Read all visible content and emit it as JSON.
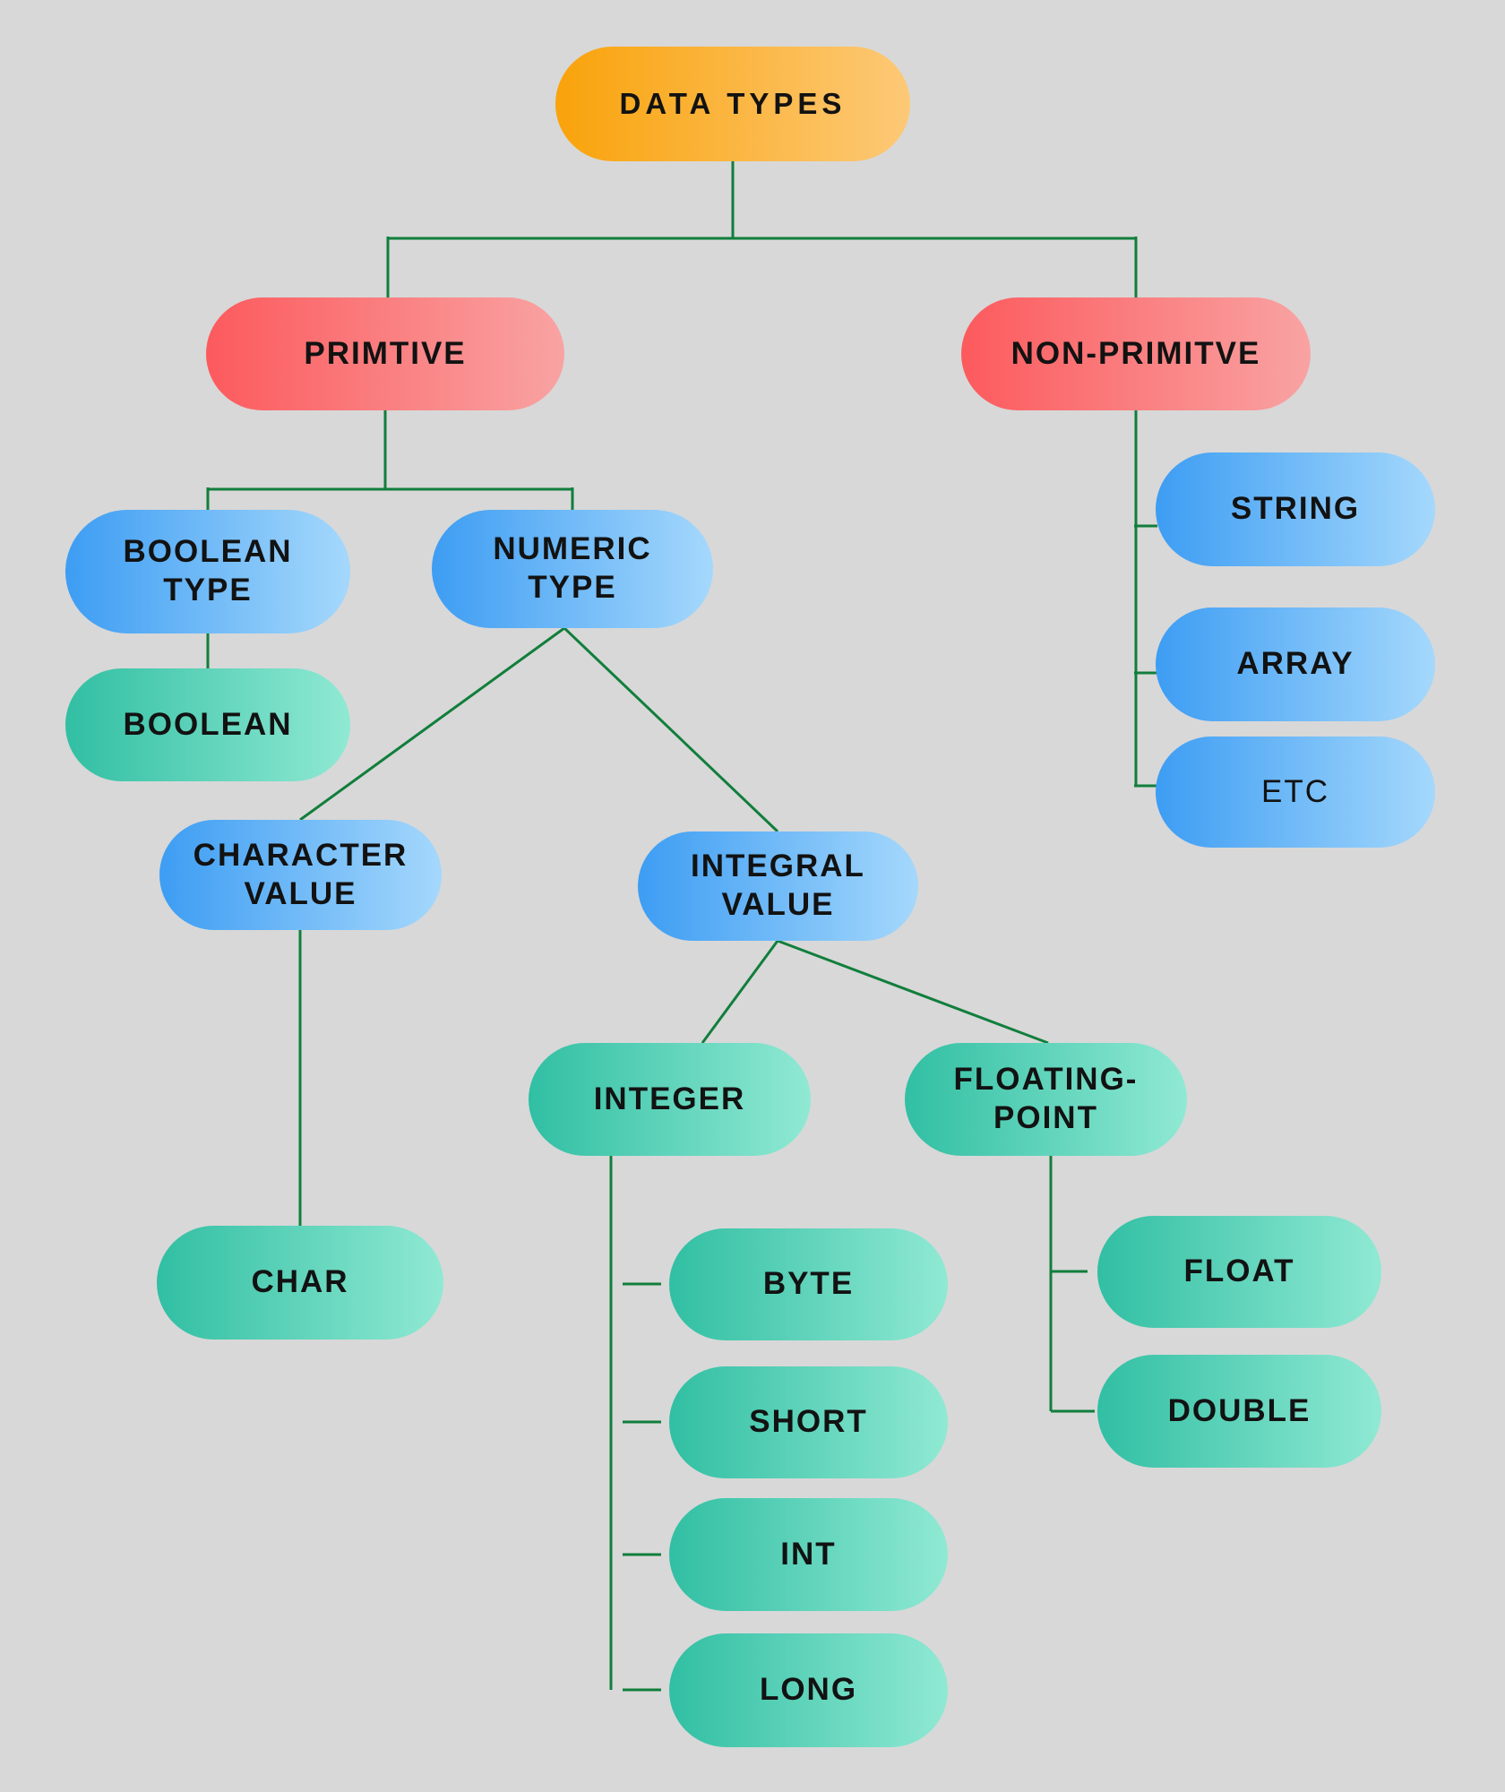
{
  "background": "#d8d8d8",
  "connector_color": "#117e3c",
  "palette": {
    "orange": [
      "#f9a30b",
      "#fdc977"
    ],
    "red": [
      "#fc5a5d",
      "#f9a3a3"
    ],
    "blue": [
      "#3d9df3",
      "#a5d8fc"
    ],
    "teal": [
      "#31bfa3",
      "#90e9d3"
    ]
  },
  "nodes": {
    "data_types": {
      "label": "DATA TYPES",
      "variant": "orange"
    },
    "primtive": {
      "label": "PRIMTIVE",
      "variant": "red"
    },
    "non_primitve": {
      "label": "NON-PRIMITVE",
      "variant": "red"
    },
    "boolean_type": {
      "label": "BOOLEAN TYPE",
      "variant": "blue"
    },
    "numeric_type": {
      "label": "NUMERIC TYPE",
      "variant": "blue"
    },
    "boolean": {
      "label": "BOOLEAN",
      "variant": "teal"
    },
    "string": {
      "label": "STRING",
      "variant": "blue"
    },
    "array": {
      "label": "ARRAY",
      "variant": "blue"
    },
    "etc": {
      "label": "ETC",
      "variant": "blue"
    },
    "character_value": {
      "label": "CHARACTER VALUE",
      "variant": "blue"
    },
    "integral_value": {
      "label": "INTEGRAL VALUE",
      "variant": "blue"
    },
    "integer": {
      "label": "INTEGER",
      "variant": "teal"
    },
    "floating_point": {
      "label": "FLOATING-POINT",
      "variant": "teal"
    },
    "char": {
      "label": "CHAR",
      "variant": "teal"
    },
    "byte": {
      "label": "BYTE",
      "variant": "teal"
    },
    "short": {
      "label": "SHORT",
      "variant": "teal"
    },
    "int": {
      "label": "INT",
      "variant": "teal"
    },
    "long": {
      "label": "LONG",
      "variant": "teal"
    },
    "float": {
      "label": "FLOAT",
      "variant": "teal"
    },
    "double": {
      "label": "DOUBLE",
      "variant": "teal"
    }
  },
  "edges": [
    {
      "from": "data_types",
      "to": "primtive"
    },
    {
      "from": "data_types",
      "to": "non_primitve"
    },
    {
      "from": "primtive",
      "to": "boolean_type"
    },
    {
      "from": "primtive",
      "to": "numeric_type"
    },
    {
      "from": "boolean_type",
      "to": "boolean"
    },
    {
      "from": "non_primitve",
      "to": "string"
    },
    {
      "from": "non_primitve",
      "to": "array"
    },
    {
      "from": "non_primitve",
      "to": "etc"
    },
    {
      "from": "numeric_type",
      "to": "character_value"
    },
    {
      "from": "numeric_type",
      "to": "integral_value"
    },
    {
      "from": "character_value",
      "to": "char"
    },
    {
      "from": "integral_value",
      "to": "integer"
    },
    {
      "from": "integral_value",
      "to": "floating_point"
    },
    {
      "from": "integer",
      "to": "byte"
    },
    {
      "from": "integer",
      "to": "short"
    },
    {
      "from": "integer",
      "to": "int"
    },
    {
      "from": "integer",
      "to": "long"
    },
    {
      "from": "floating_point",
      "to": "float"
    },
    {
      "from": "floating_point",
      "to": "double"
    }
  ]
}
